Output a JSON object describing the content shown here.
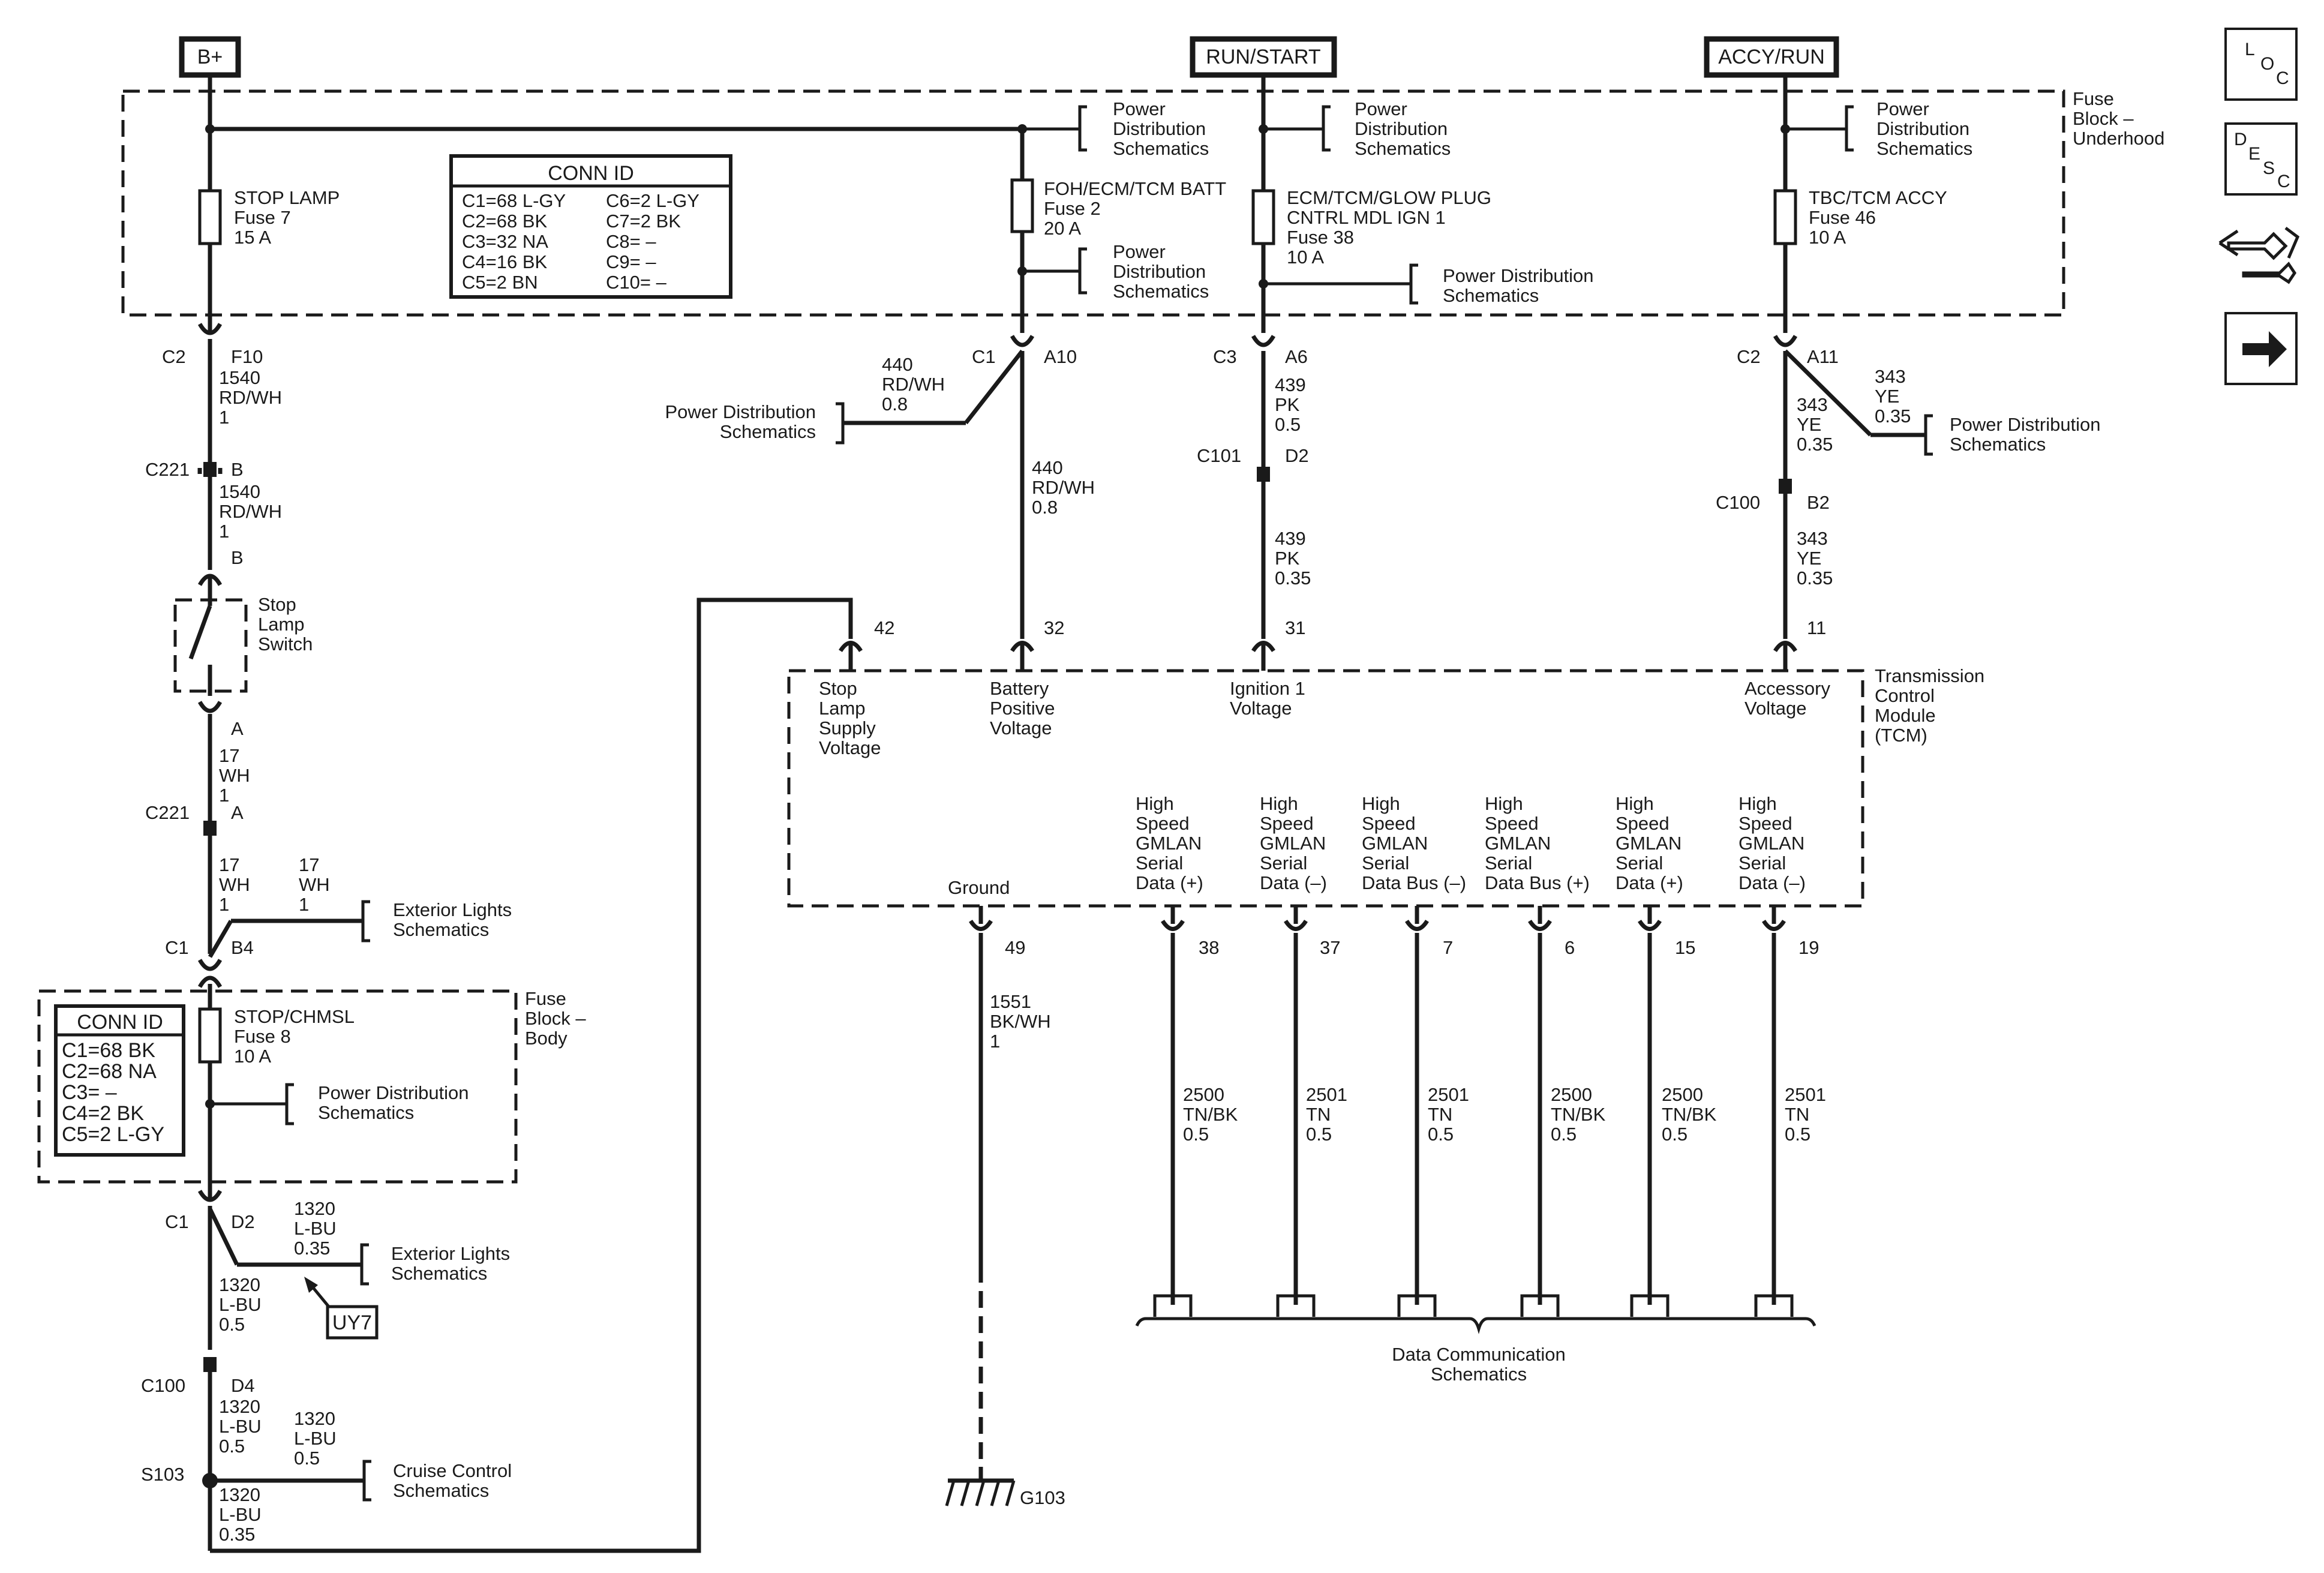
{
  "sources": {
    "bplus": "B+",
    "run_start": "RUN/START",
    "accy_run": "ACCY/RUN"
  },
  "nav": {
    "loc_l": "L",
    "loc_o": "O",
    "loc_c": "C",
    "desc_d": "D",
    "desc_e": "E",
    "desc_s": "S",
    "desc_c": "C"
  },
  "fuse_block_underhood": {
    "title": [
      "Fuse",
      "Block –",
      "Underhood"
    ],
    "conn_id": {
      "title": "CONN ID",
      "left": [
        "C1=68 L-GY",
        "C2=68 BK",
        "C3=32 NA",
        "C4=16 BK",
        "C5=2 BN"
      ],
      "right": [
        "C6=2 L-GY",
        "C7=2 BK",
        "C8= –",
        "C9= –",
        "C10= –"
      ]
    },
    "fuses": {
      "stop_lamp": [
        "STOP LAMP",
        "Fuse 7",
        "15 A"
      ],
      "foh": [
        "FOH/ECM/TCM BATT",
        "Fuse 2",
        "20 A"
      ],
      "ecm": [
        "ECM/TCM/GLOW PLUG",
        "CNTRL MDL IGN 1",
        "Fuse 38",
        "10 A"
      ],
      "tbc": [
        "TBC/TCM ACCY",
        "Fuse 46",
        "10 A"
      ]
    }
  },
  "ref_power_distribution": [
    "Power",
    "Distribution",
    "Schematics"
  ],
  "ref_power_distribution_2line": [
    "Power Distribution",
    "Schematics"
  ],
  "ref_exterior_lights": [
    "Exterior Lights",
    "Schematics"
  ],
  "ref_cruise_control": [
    "Cruise Control",
    "Schematics"
  ],
  "ref_data_comm": [
    "Data Communication",
    "Schematics"
  ],
  "left_circuit": {
    "c2": "C2",
    "f10": "F10",
    "w1540_a": [
      "1540",
      "RD/WH",
      "1"
    ],
    "c221": "C221",
    "b_upper": "B",
    "w1540_b": [
      "1540",
      "RD/WH",
      "1"
    ],
    "b_switch": "B",
    "switch": [
      "Stop",
      "Lamp",
      "Switch"
    ],
    "a_switch": "A",
    "w17_a": [
      "17",
      "WH",
      "1"
    ],
    "c221_b": "C221",
    "a_lower": "A",
    "w17_b": [
      "17",
      "WH",
      "1"
    ],
    "w17_c": [
      "17",
      "WH",
      "1"
    ],
    "c1": "C1",
    "b4": "B4",
    "c1_b": "C1",
    "d2": "D2",
    "w1320_a": [
      "1320",
      "L-BU",
      "0.35"
    ],
    "uy7": "UY7",
    "w1320_b": [
      "1320",
      "L-BU",
      "0.5"
    ],
    "c100": "C100",
    "d4": "D4",
    "w1320_c": [
      "1320",
      "L-BU",
      "0.5"
    ],
    "w1320_d": [
      "1320",
      "L-BU",
      "0.5"
    ],
    "s103": "S103",
    "w1320_e": [
      "1320",
      "L-BU",
      "0.35"
    ]
  },
  "fuse_block_body": {
    "title": [
      "Fuse",
      "Block –",
      "Body"
    ],
    "fuse": [
      "STOP/CHMSL",
      "Fuse 8",
      "10 A"
    ],
    "conn_id": {
      "title": "CONN ID",
      "rows": [
        "C1=68 BK",
        "C2=68 NA",
        "C3= –",
        "C4=2 BK",
        "C5=2 L-GY"
      ]
    }
  },
  "mid_circuits": {
    "c1": "C1",
    "a10": "A10",
    "w440_branch": [
      "440",
      "RD/WH",
      "0.8"
    ],
    "w440": [
      "440",
      "RD/WH",
      "0.8"
    ],
    "c3": "C3",
    "a6": "A6",
    "w439_a": [
      "439",
      "PK",
      "0.5"
    ],
    "c101": "C101",
    "d2": "D2",
    "w439_b": [
      "439",
      "PK",
      "0.35"
    ],
    "c2": "C2",
    "a11": "A11",
    "w343_a": [
      "343",
      "YE",
      "0.35"
    ],
    "w343_branch": [
      "343",
      "YE",
      "0.35"
    ],
    "c100": "C100",
    "b2": "B2",
    "w343_b": [
      "343",
      "YE",
      "0.35"
    ]
  },
  "tcm": {
    "title": [
      "Transmission",
      "Control",
      "Module",
      "(TCM)"
    ],
    "pins_top": [
      "42",
      "32",
      "31",
      "11"
    ],
    "labels_top": {
      "stop_lamp": [
        "Stop",
        "Lamp",
        "Supply",
        "Voltage"
      ],
      "battery": [
        "Battery",
        "Positive",
        "Voltage"
      ],
      "ignition": [
        "Ignition 1",
        "Voltage"
      ],
      "accessory": [
        "Accessory",
        "Voltage"
      ]
    },
    "ground": "Ground",
    "data_labels": [
      [
        "High",
        "Speed",
        "GMLAN",
        "Serial",
        "Data (+)"
      ],
      [
        "High",
        "Speed",
        "GMLAN",
        "Serial",
        "Data (–)"
      ],
      [
        "High",
        "Speed",
        "GMLAN",
        "Serial",
        "Data Bus (–)"
      ],
      [
        "High",
        "Speed",
        "GMLAN",
        "Serial",
        "Data Bus (+)"
      ],
      [
        "High",
        "Speed",
        "GMLAN",
        "Serial",
        "Data (+)"
      ],
      [
        "High",
        "Speed",
        "GMLAN",
        "Serial",
        "Data (–)"
      ]
    ],
    "pins_bottom": [
      "49",
      "38",
      "37",
      "7",
      "6",
      "15",
      "19"
    ]
  },
  "ground_wire": [
    "1551",
    "BK/WH",
    "1"
  ],
  "g103": "G103",
  "data_wires": [
    [
      "2500",
      "TN/BK",
      "0.5"
    ],
    [
      "2501",
      "TN",
      "0.5"
    ],
    [
      "2501",
      "TN",
      "0.5"
    ],
    [
      "2500",
      "TN/BK",
      "0.5"
    ],
    [
      "2500",
      "TN/BK",
      "0.5"
    ],
    [
      "2501",
      "TN",
      "0.5"
    ]
  ]
}
